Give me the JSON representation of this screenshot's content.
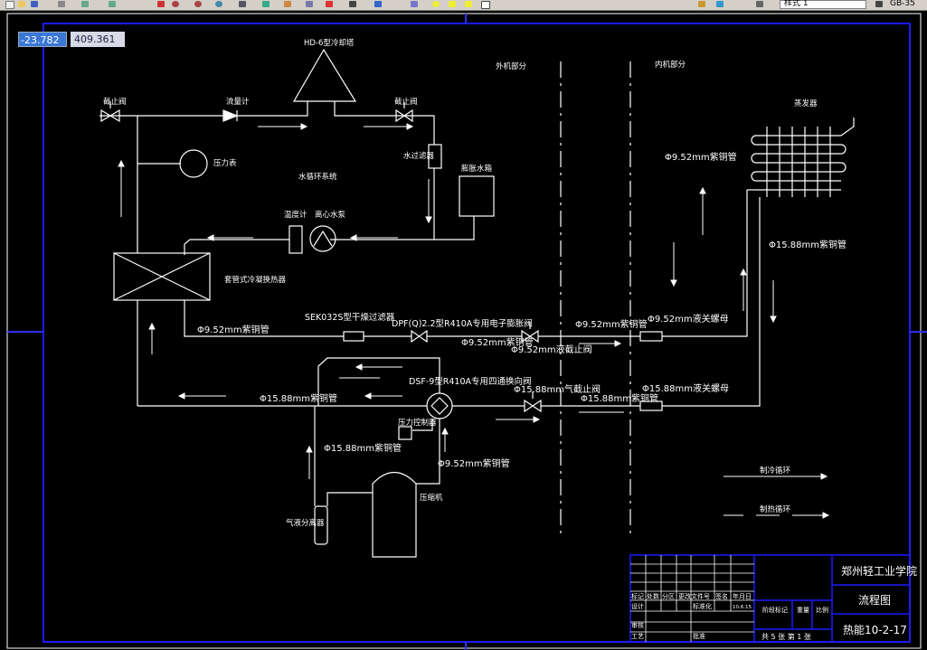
{
  "toolbar": {
    "layer_selector": "样式 1",
    "context_chip": "GB-35",
    "icons": [
      "new-icon",
      "open-icon",
      "save-icon",
      "print-icon",
      "undo-icon",
      "redo-icon",
      "pan-icon",
      "zoom-realtime-icon",
      "zoom-window-icon",
      "zoom-previous-icon",
      "properties-icon",
      "design-center-icon",
      "tool-palette-icon",
      "markup-icon",
      "help-icon",
      "layer-manager-icon",
      "layer-state-icon",
      "dim-style-icon",
      "text-style-icon"
    ]
  },
  "coordinates": {
    "x": "-23.782",
    "y": "409.361"
  },
  "colors": {
    "background": "#000000",
    "drawing": "#ffffff",
    "frame": "#1a1aff",
    "crosshair": "#3030ff"
  },
  "drawing": {
    "labels": {
      "ext_part": "外机部分",
      "int_part": "内机部分",
      "pump_station": "HD-6型冷却塔",
      "valve_check": "截止阀",
      "flowmeter": "流量计",
      "stop_valve": "截止阀",
      "filter": "水过滤器",
      "expansion_tank": "膨胀水箱",
      "pressure_gauge": "压力表",
      "water_system": "水循环系统",
      "thermometer": "温度计",
      "pump": "离心水泵",
      "exchanger": "套管式冷凝换热器",
      "evaporator": "蒸发器",
      "pipe_952_top": "Φ9.52mm紫铜管",
      "pipe_1588_right": "Φ15.88mm紫铜管",
      "sek": "SEK032S型干燥过滤器",
      "dpf": "DPF(Q)2.2型R410A专用电子膨胀阀",
      "pipe_952_left": "Φ9.52mm紫铜管",
      "pipe_952_mid": "Φ9.52mm紫铜管",
      "pipe_952_a": "Φ9.52mm紫铜管",
      "pipe_952_b": "Φ9.52mm液截止阀",
      "pipe_952_conn": "Φ9.52mm液关螺母",
      "dsf": "DSF-9型R410A专用四通换向阀",
      "pipe_1588_valve": "Φ15.88mm气截止阀",
      "pipe_1588_left": "Φ15.88mm紫铜管",
      "pipe_1588_mid": "Φ15.88mm紫铜管",
      "pipe_1588_conn": "Φ15.88mm液关螺母",
      "pressure_ctrl": "压力控制器",
      "pipe_1588_down": "Φ15.88mm紫铜管",
      "pipe_952_down": "Φ9.52mm紫铜管",
      "compressor": "压缩机",
      "separator": "气液分离器",
      "cooling_cycle": "制冷循环",
      "heating_cycle": "制热循环"
    },
    "title_block": {
      "school": "郑州轻工业学院",
      "drawing_name": "流程图",
      "drawing_no": "热能10-2-17",
      "sheet": "共 5 张 第 1 张",
      "h_mark": "标记",
      "h_count": "处数",
      "h_zone": "分区",
      "h_doc": "更改文件号",
      "h_sign": "签名",
      "h_date": "年月日",
      "h_design": "设计",
      "h_std": "标准化",
      "h_stage": "阶段标记",
      "h_weight": "重量",
      "h_scale": "比例",
      "h_review": "审核",
      "h_process": "工艺",
      "h_approve": "批准",
      "design_date": "10.6.15"
    }
  }
}
